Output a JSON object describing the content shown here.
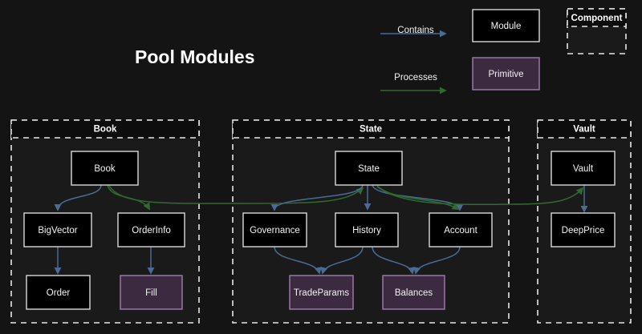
{
  "title": "Pool Modules",
  "colors": {
    "background": "#141414",
    "cluster_fill": "#1a1a1a",
    "cluster_stroke": "#e6e6e6",
    "module_fill": "#000000",
    "module_stroke": "#d9d9d9",
    "primitive_fill": "#3b2a40",
    "primitive_stroke": "#9d7faa",
    "contains_edge": "#4a6b95",
    "processes_edge": "#2f6b2f",
    "text": "#ffffff"
  },
  "legend": {
    "contains_label": "Contains",
    "processes_label": "Processes",
    "module_label": "Module",
    "primitive_label": "Primitive",
    "component_label": "Component"
  },
  "clusters": [
    {
      "id": "book",
      "label": "Book"
    },
    {
      "id": "state",
      "label": "State"
    },
    {
      "id": "vault",
      "label": "Vault"
    }
  ],
  "nodes": [
    {
      "id": "book",
      "label": "Book",
      "type": "module",
      "cluster": "book"
    },
    {
      "id": "bigvector",
      "label": "BigVector",
      "type": "module",
      "cluster": "book"
    },
    {
      "id": "orderinfo",
      "label": "OrderInfo",
      "type": "module",
      "cluster": "book"
    },
    {
      "id": "order",
      "label": "Order",
      "type": "module",
      "cluster": "book"
    },
    {
      "id": "fill",
      "label": "Fill",
      "type": "primitive",
      "cluster": "book"
    },
    {
      "id": "state",
      "label": "State",
      "type": "module",
      "cluster": "state"
    },
    {
      "id": "governance",
      "label": "Governance",
      "type": "module",
      "cluster": "state"
    },
    {
      "id": "history",
      "label": "History",
      "type": "module",
      "cluster": "state"
    },
    {
      "id": "account",
      "label": "Account",
      "type": "module",
      "cluster": "state"
    },
    {
      "id": "tradeparams",
      "label": "TradeParams",
      "type": "primitive",
      "cluster": "state"
    },
    {
      "id": "balances",
      "label": "Balances",
      "type": "primitive",
      "cluster": "state"
    },
    {
      "id": "vault",
      "label": "Vault",
      "type": "module",
      "cluster": "vault"
    },
    {
      "id": "deepprice",
      "label": "DeepPrice",
      "type": "module",
      "cluster": "vault"
    }
  ],
  "edges": [
    {
      "from": "book",
      "to": "bigvector",
      "kind": "contains"
    },
    {
      "from": "bigvector",
      "to": "order",
      "kind": "contains"
    },
    {
      "from": "orderinfo",
      "to": "fill",
      "kind": "contains"
    },
    {
      "from": "book",
      "to": "orderinfo",
      "kind": "processes"
    },
    {
      "from": "state",
      "to": "governance",
      "kind": "contains"
    },
    {
      "from": "state",
      "to": "history",
      "kind": "contains"
    },
    {
      "from": "state",
      "to": "account",
      "kind": "contains"
    },
    {
      "from": "governance",
      "to": "tradeparams",
      "kind": "contains"
    },
    {
      "from": "history",
      "to": "tradeparams",
      "kind": "contains"
    },
    {
      "from": "history",
      "to": "balances",
      "kind": "contains"
    },
    {
      "from": "account",
      "to": "balances",
      "kind": "contains"
    },
    {
      "from": "book",
      "to": "state",
      "kind": "processes"
    },
    {
      "from": "state",
      "to": "account",
      "kind": "processes"
    },
    {
      "from": "state",
      "to": "vault",
      "kind": "processes"
    },
    {
      "from": "vault",
      "to": "deepprice",
      "kind": "contains"
    }
  ]
}
